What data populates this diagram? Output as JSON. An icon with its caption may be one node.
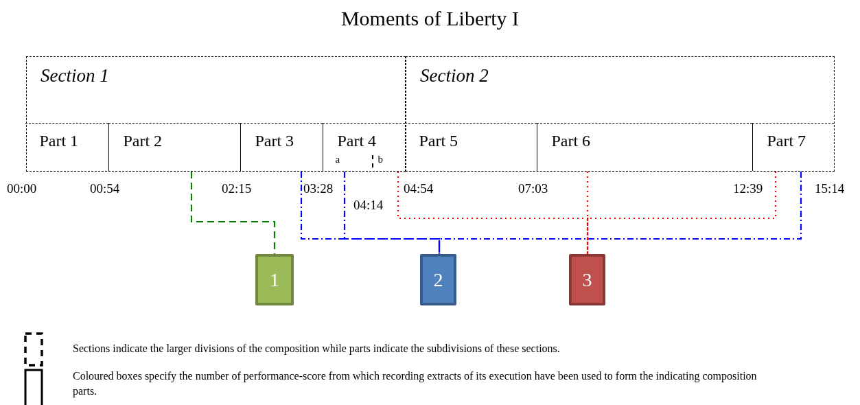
{
  "diagram": {
    "title": "Moments of Liberty I",
    "nodes": [
      {
        "text": [
          "Section 1"
        ]
      },
      {
        "text": [
          "Section 2"
        ]
      },
      {
        "text": [
          "Part 1"
        ],
        "in": 0
      },
      {
        "text": [
          "Part 2"
        ],
        "in": 0
      },
      {
        "text": [
          "Part 3"
        ],
        "in": 0
      },
      {
        "text": [
          "Part 4",
          "a",
          "b"
        ],
        "in": 0
      },
      {
        "text": [
          "Part 5"
        ],
        "in": 1
      },
      {
        "text": [
          "Part 6"
        ],
        "in": 1
      },
      {
        "text": [
          "Part 7"
        ],
        "in": 1
      },
      {
        "text": [
          "1"
        ]
      },
      {
        "text": [
          "2"
        ]
      },
      {
        "text": [
          "3"
        ]
      }
    ],
    "edges": [
      {
        "from": 3,
        "to": 9,
        "arrow": "none",
        "style": "dashed",
        "color": "#008000"
      },
      {
        "from": 4,
        "to": 10,
        "arrow": "none",
        "style": "dashed",
        "color": "#0000ff"
      },
      {
        "from": 5,
        "to": 10,
        "arrow": "none",
        "style": "dashed",
        "color": "#0000ff"
      },
      {
        "from": 8,
        "to": 10,
        "arrow": "none",
        "style": "dashed",
        "color": "#0000ff"
      },
      {
        "from": 5,
        "to": 11,
        "arrow": "none",
        "style": "dashed",
        "color": "#ff0000"
      },
      {
        "from": 7,
        "to": 11,
        "arrow": "none",
        "style": "dashed",
        "color": "#ff0000"
      },
      {
        "from": 8,
        "to": 11,
        "arrow": "none",
        "style": "dashed",
        "color": "#ff0000"
      }
    ],
    "labels": [
      "00:00",
      "00:54",
      "02:15",
      "03:28",
      "04:14",
      "04:54",
      "07:03",
      "12:39",
      "15:14"
    ],
    "legend": [
      {
        "text": "Sections indicate the larger divisions of the composition while parts indicate the subdivisions of these sections."
      },
      {
        "text": "Coloured boxes specify the number of performance-score from which recording extracts of its execution have been used to form the indicating composition parts."
      }
    ]
  }
}
